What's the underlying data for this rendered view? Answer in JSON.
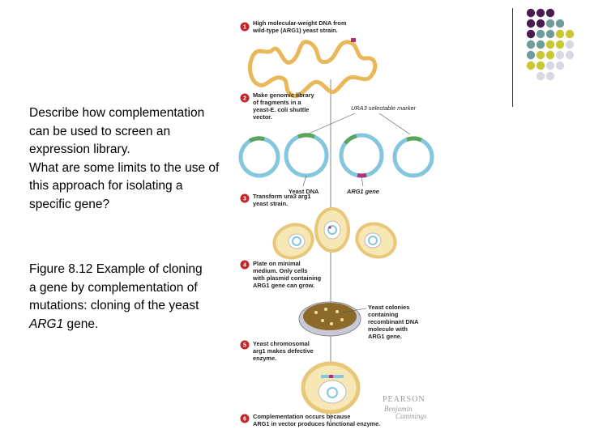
{
  "question": {
    "line1": "Describe how complementation can be used to screen an expression library.",
    "line2": "What are some limits to the use of this approach for isolating a specific gene?"
  },
  "caption": {
    "prefix": "Figure 8.12 Example of cloning a gene by complementation of mutations: cloning of the yeast ",
    "gene": "ARG1",
    "suffix": " gene."
  },
  "figure": {
    "steps": [
      {
        "num": "1",
        "lines": [
          "High molecular-weight DNA from",
          "wild-type (ARG1) yeast strain."
        ]
      },
      {
        "num": "2",
        "lines": [
          "Make genomic library",
          "of fragments in a",
          "yeast-E. coli shuttle",
          "vector."
        ]
      },
      {
        "num": "3",
        "lines": [
          "Transform ura3 arg1",
          "yeast strain."
        ]
      },
      {
        "num": "4",
        "lines": [
          "Plate on minimal",
          "medium. Only cells",
          "with plasmid containing",
          "ARG1 gene can grow."
        ]
      },
      {
        "num": "5",
        "lines": [
          "Yeast chromosomal",
          "arg1 makes defective",
          "enzyme."
        ]
      },
      {
        "num": "6",
        "lines": [
          "Complementation occurs because",
          "ARG1 in vector produces functional enzyme."
        ]
      }
    ],
    "labels": {
      "ura3_marker": "URA3 selectable marker",
      "yeast_dna": "Yeast DNA",
      "arg1_gene": "ARG1 gene",
      "colonies": [
        "Yeast colonies",
        "containing",
        "recombinant DNA",
        "molecule with",
        "ARG1 gene."
      ]
    },
    "publisher": {
      "name": "PEARSON",
      "sub1": "Benjamin",
      "sub2": "Cummings"
    }
  },
  "colors": {
    "dna": "#e9b85a",
    "plasmid": "#84c6de",
    "marker": "#5aa55a",
    "arg1": "#b0307a",
    "step_circle": "#c0262a",
    "cell": "#e8c878",
    "dish_agar": "#8b6a2a",
    "deco_purple": "#4b1d4f",
    "deco_teal": "#6e9c9c",
    "deco_olive": "#c9c832",
    "deco_grey": "#d8d8e4"
  }
}
